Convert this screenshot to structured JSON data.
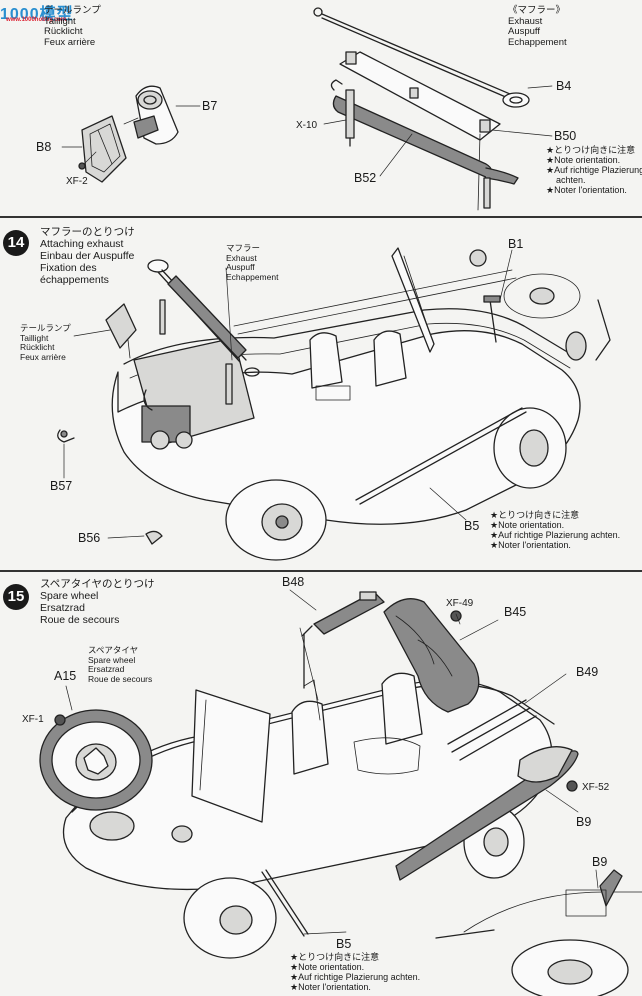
{
  "brand": {
    "mark": "1000模型",
    "url": "www.1000hobby.com"
  },
  "step13": {
    "taillight": {
      "jp": "テールランプ",
      "en": "Taillight",
      "de": "Rücklicht",
      "fr": "Feux arrière"
    },
    "exhaust": {
      "jp": "《マフラー》",
      "en": "Exhaust",
      "de": "Auspuff",
      "fr": "Echappement"
    },
    "parts": {
      "b7": "B7",
      "b8": "B8",
      "xf2": "XF-2",
      "b4": "B4",
      "x10": "X-10",
      "b50": "B50",
      "b52": "B52"
    },
    "note": {
      "jp": "★とりつけ向きに注意",
      "en": "★Note orientation.",
      "de1": "★Auf richtige Plazierung",
      "de2": "achten.",
      "fr": "★Noter l'orientation."
    }
  },
  "step14": {
    "number": "14",
    "title": {
      "jp": "マフラーのとりつけ",
      "en": "Attaching exhaust",
      "de": "Einbau der Auspuffe",
      "fr1": "Fixation des",
      "fr2": "échappements"
    },
    "exhaust": {
      "jp": "マフラー",
      "en": "Exhaust",
      "de": "Auspuff",
      "fr": "Echappement"
    },
    "taillight": {
      "jp": "テールランプ",
      "en": "Taillight",
      "de": "Rücklicht",
      "fr": "Feux arrière"
    },
    "parts": {
      "b1": "B1",
      "b57": "B57",
      "b56": "B56",
      "b5": "B5"
    },
    "note": {
      "jp": "★とりつけ向きに注意",
      "en": "★Note orientation.",
      "de": "★Auf richtige Plazierung achten.",
      "fr": "★Noter l'orientation."
    }
  },
  "step15": {
    "number": "15",
    "title": {
      "jp": "スペアタイヤのとりつけ",
      "en": "Spare wheel",
      "de": "Ersatzrad",
      "fr": "Roue de secours"
    },
    "spare": {
      "jp": "スペアタイヤ",
      "en": "Spare wheel",
      "de": "Ersatzrad",
      "fr": "Roue de secours"
    },
    "parts": {
      "b48": "B48",
      "xf49": "XF-49",
      "b45": "B45",
      "a15": "A15",
      "xf1": "XF-1",
      "b49": "B49",
      "xf52": "XF-52",
      "b9a": "B9",
      "b9b": "B9",
      "b5": "B5"
    },
    "note": {
      "jp": "★とりつけ向きに注意",
      "en": "★Note orientation.",
      "de": "★Auf richtige Plazierung achten.",
      "fr": "★Noter l'orientation."
    }
  }
}
